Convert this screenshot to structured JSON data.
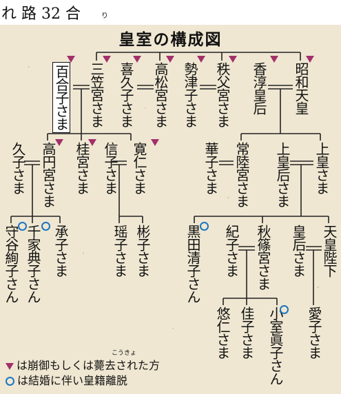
{
  "header": {
    "text": "れ 路 32 合",
    "suffix": "り"
  },
  "diagram": {
    "title": "皇室の構成図",
    "members": {
      "yuriko": "百合子さま",
      "mikasa": "三笠宮さま",
      "kikuko": "喜久子さま",
      "takamatsu": "高松宮さま",
      "setsuko": "勢津子さま",
      "chichibu": "秩父宮さま",
      "kojun": "香淳皇后",
      "showa": "昭和天皇",
      "hisako": "久子さま",
      "takamado": "高円宮さま",
      "katsura": "桂宮さま",
      "nobuko": "信子さま",
      "tomohito": "寛仁さま",
      "hanako": "華子さま",
      "hitachi": "常陸宮さま",
      "joukogo": "上皇后さま",
      "joko": "上皇さま",
      "moriya": "守谷絢子さん",
      "senke": "千家典子さん",
      "tsuguko": "承子さま",
      "yoko": "瑶子さま",
      "akiko": "彬子さま",
      "kuroda": "黒田清子さん",
      "kiko": "紀子さま",
      "akishino": "秋篠宮さま",
      "kogo": "皇后さま",
      "tenno": "天皇陛下",
      "hisahito": "悠仁さま",
      "kako": "佳子さま",
      "komuro": "小室眞子さん",
      "aiko": "愛子さま"
    },
    "legend": {
      "deceased": "は崩御もしくは薨去された方",
      "deceased_ruby": "こうきょ",
      "left": "は結婚に伴い皇籍離脱"
    },
    "colors": {
      "deceased_marker": "#a3306a",
      "left_marker": "#1a75c2",
      "paper": "#efe7d2"
    }
  }
}
